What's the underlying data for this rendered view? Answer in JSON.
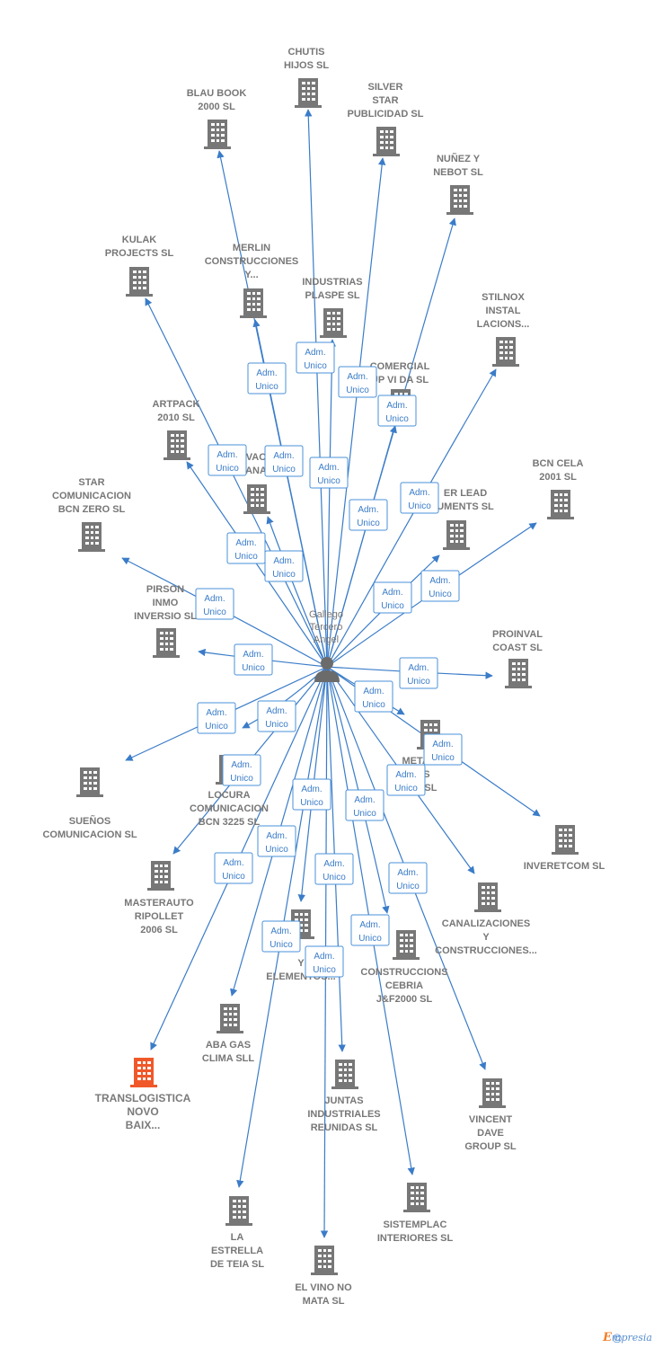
{
  "person": {
    "name": [
      "Gallego",
      "Tercero",
      "Angel"
    ]
  },
  "role_label": [
    "Adm.",
    "Unico"
  ],
  "colors": {
    "edge": "#3a7cc8",
    "building": "#777777",
    "highlight": "#f0582a"
  },
  "companies": [
    {
      "id": "chutis",
      "lines": [
        "CHUTIS",
        "HIJOS SL"
      ]
    },
    {
      "id": "blau",
      "lines": [
        "BLAU BOOK",
        "2000 SL"
      ]
    },
    {
      "id": "silver",
      "lines": [
        "SILVER",
        "STAR",
        "PUBLICIDAD SL"
      ]
    },
    {
      "id": "nunez",
      "lines": [
        "NUÑEZ Y",
        "NEBOT SL"
      ]
    },
    {
      "id": "kulak",
      "lines": [
        "KULAK",
        "PROJECTS  SL"
      ]
    },
    {
      "id": "merlin",
      "lines": [
        "MERLIN",
        "CONSTRUCCIONES",
        "Y..."
      ]
    },
    {
      "id": "plaspe",
      "lines": [
        "INDUSTRIAS",
        "PLASPE SL"
      ]
    },
    {
      "id": "stilnox",
      "lines": [
        "STILNOX",
        "INSTAL",
        "LACIONS..."
      ]
    },
    {
      "id": "comercial",
      "lines": [
        "COMERCIAL",
        "UP VI DA SL"
      ]
    },
    {
      "id": "artpack",
      "lines": [
        "ARTPACK",
        "2010  SL"
      ]
    },
    {
      "id": "vac",
      "lines": [
        "VAC",
        "ANA"
      ]
    },
    {
      "id": "bcncela",
      "lines": [
        "BCN CELA",
        "2001 SL"
      ]
    },
    {
      "id": "star",
      "lines": [
        "STAR",
        "COMUNICACION",
        "BCN ZERO  SL"
      ]
    },
    {
      "id": "lead",
      "lines": [
        "ER LEAD",
        "UMENTS SL"
      ]
    },
    {
      "id": "pirson",
      "lines": [
        "PIRSON",
        "INMO",
        "INVERSIO  SL"
      ]
    },
    {
      "id": "proinval",
      "lines": [
        "PROINVAL",
        "COAST SL"
      ]
    },
    {
      "id": "metal",
      "lines": [
        "METAL",
        "MOS",
        "BAR  SL"
      ]
    },
    {
      "id": "suenos",
      "lines": [
        "SUEÑOS",
        "COMUNICACION SL"
      ]
    },
    {
      "id": "locura",
      "lines": [
        "LOCURA",
        "COMUNICACION",
        "BCN 3225  SL"
      ]
    },
    {
      "id": "inveretcom",
      "lines": [
        "INVERETCOM SL"
      ]
    },
    {
      "id": "masterauto",
      "lines": [
        "MASTERAUTO",
        "RIPOLLET",
        "2006  SL"
      ]
    },
    {
      "id": "canalizaciones",
      "lines": [
        "CANALIZACIONES",
        "Y",
        "CONSTRUCCIONES..."
      ]
    },
    {
      "id": "elementos",
      "lines": [
        "Y",
        "ELEMENTOS..."
      ]
    },
    {
      "id": "cebria",
      "lines": [
        "CONSTRUCCIONS",
        "CEBRIA",
        "J&F2000 SL"
      ]
    },
    {
      "id": "abagas",
      "lines": [
        "ABA GAS",
        "CLIMA SLL"
      ]
    },
    {
      "id": "translogistica",
      "lines": [
        "TRANSLOGISTICA",
        "NOVO",
        "BAIX..."
      ],
      "highlight": true
    },
    {
      "id": "juntas",
      "lines": [
        "JUNTAS",
        "INDUSTRIALES",
        "REUNIDAS SL"
      ]
    },
    {
      "id": "vincent",
      "lines": [
        "VINCENT",
        "DAVE",
        "GROUP SL"
      ]
    },
    {
      "id": "estrella",
      "lines": [
        "LA",
        "ESTRELLA",
        "DE TEIA SL"
      ]
    },
    {
      "id": "sistemplac",
      "lines": [
        "SISTEMPLAC",
        "INTERIORES SL"
      ]
    },
    {
      "id": "vino",
      "lines": [
        "EL VINO NO",
        "MATA  SL"
      ]
    }
  ],
  "footer": {
    "copyright": "©",
    "brand_initial": "E",
    "brand_rest": "mpresia"
  }
}
